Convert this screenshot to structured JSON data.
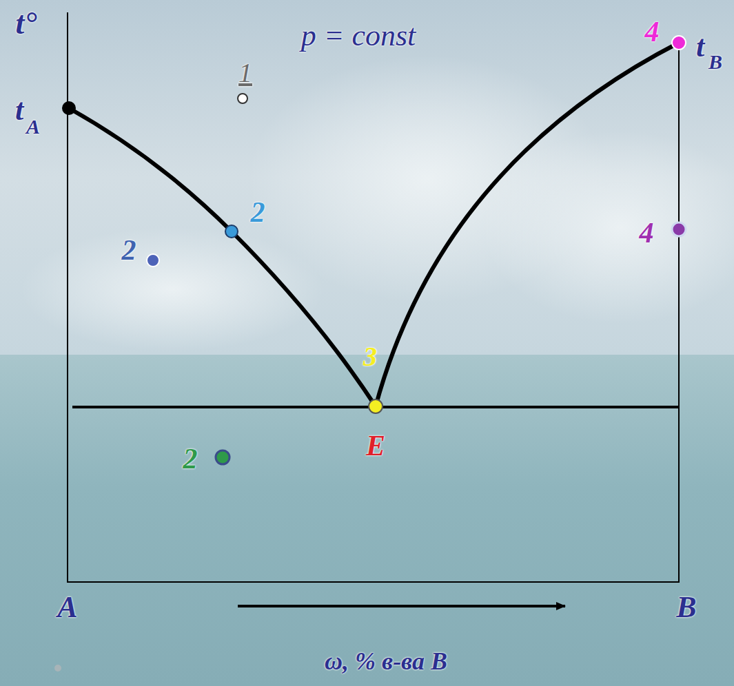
{
  "diagram": {
    "labels": [
      "t°",
      "p = const",
      "1",
      "t",
      "A",
      "2",
      "2",
      "3",
      "E",
      "2",
      "4",
      "t",
      "B",
      "4",
      "A",
      "B",
      "ω, % в-ва B"
    ]
  }
}
